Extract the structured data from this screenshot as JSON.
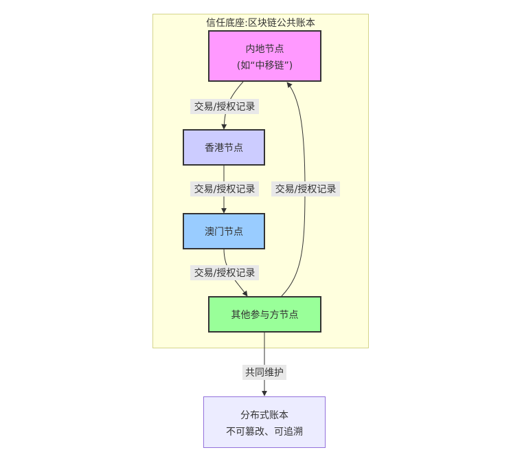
{
  "cluster": {
    "title": "信任底座:区块链公共账本",
    "fill": "#ffffde",
    "stroke": "#d5d58a"
  },
  "nodes": {
    "mainland": {
      "lines": [
        "内地节点",
        "(如“中移链”)"
      ],
      "fill": "#ff99ff"
    },
    "hongkong": {
      "lines": [
        "香港节点"
      ],
      "fill": "#ccccff"
    },
    "macau": {
      "lines": [
        "澳门节点"
      ],
      "fill": "#99ccff"
    },
    "others": {
      "lines": [
        "其他参与方节点"
      ],
      "fill": "#99ff99"
    },
    "ledger": {
      "lines": [
        "分布式账本",
        "不可篡改、可追溯"
      ],
      "fill": "#ececff"
    }
  },
  "edges": [
    {
      "from": "mainland",
      "to": "hongkong",
      "label": "交易/授权记录"
    },
    {
      "from": "hongkong",
      "to": "macau",
      "label": "交易/授权记录"
    },
    {
      "from": "macau",
      "to": "others",
      "label": "交易/授权记录"
    },
    {
      "from": "others",
      "to": "mainland",
      "label": "交易/授权记录"
    },
    {
      "from": "others",
      "to": "ledger",
      "label": "共同维护"
    }
  ]
}
